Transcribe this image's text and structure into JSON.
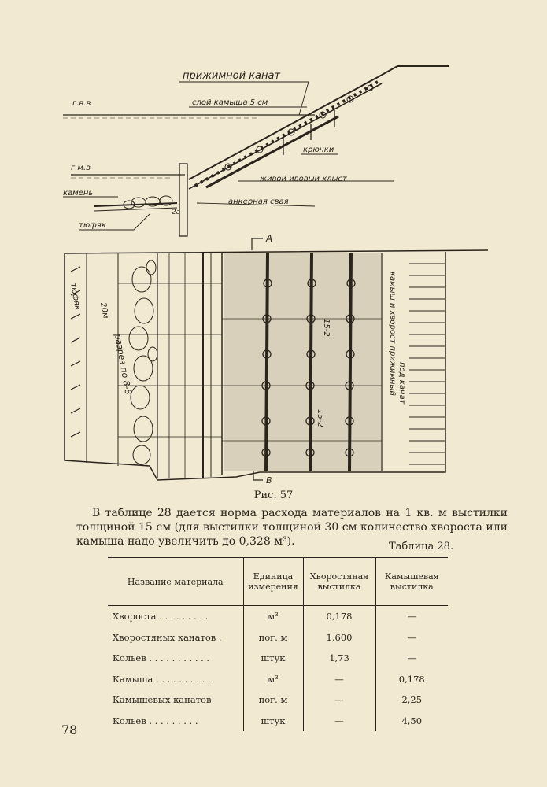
{
  "figure": {
    "labels": {
      "press_rope": "прижимной канат",
      "gvv": "г.в.в",
      "reed_layer": "слой камыша 5 см",
      "hooks": "крючки",
      "gmv": "г.м.в",
      "willow_whip": "живой ивовый хлыст",
      "stones": "камень",
      "anchor_pile": "анкерная свая",
      "mattress": "тюфяк",
      "two_a": "2а",
      "section_a": "A",
      "section_b": "B",
      "mattress_side": "тюфяк",
      "width_20m": "20м",
      "section_88": "разрез по 8-8",
      "label_15_2_a": "15-2",
      "label_15_2_b": "15-2",
      "reed_brush": "камыш и хворост прижимный",
      "under_rope": "под канат"
    }
  },
  "caption": "Рис. 57",
  "paragraph": "В таблице 28 дается норма расхода материалов на 1 кв. м выстилки толщиной 15 см (для выстилки толщиной 30 см количество хвороста или камыша надо увеличить до 0,328 м³).",
  "table": {
    "caption": "Таблица 28.",
    "headers": [
      "Название материала",
      "Единица измерения",
      "Хворостяная выстилка",
      "Камышевая выстилка"
    ],
    "rows": [
      {
        "name": "Хвороста . . . . . . . . .",
        "unit": "м³",
        "brush": "0,178",
        "reed": "—"
      },
      {
        "name": "Хворостяных канатов  .",
        "unit": "пог. м",
        "brush": "1,600",
        "reed": "—"
      },
      {
        "name": "Кольев . . . . . . . . . . .",
        "unit": "штук",
        "brush": "1,73",
        "reed": "—"
      },
      {
        "name": "Камыша . . . . . . . . . .",
        "unit": "м³",
        "brush": "—",
        "reed": "0,178"
      },
      {
        "name": "Камышевых канатов",
        "unit": "пог. м",
        "brush": "—",
        "reed": "2,25"
      },
      {
        "name": "Кольев . . . . . . . . .",
        "unit": "штук",
        "brush": "—",
        "reed": "4,50"
      }
    ]
  },
  "page_number": "78"
}
